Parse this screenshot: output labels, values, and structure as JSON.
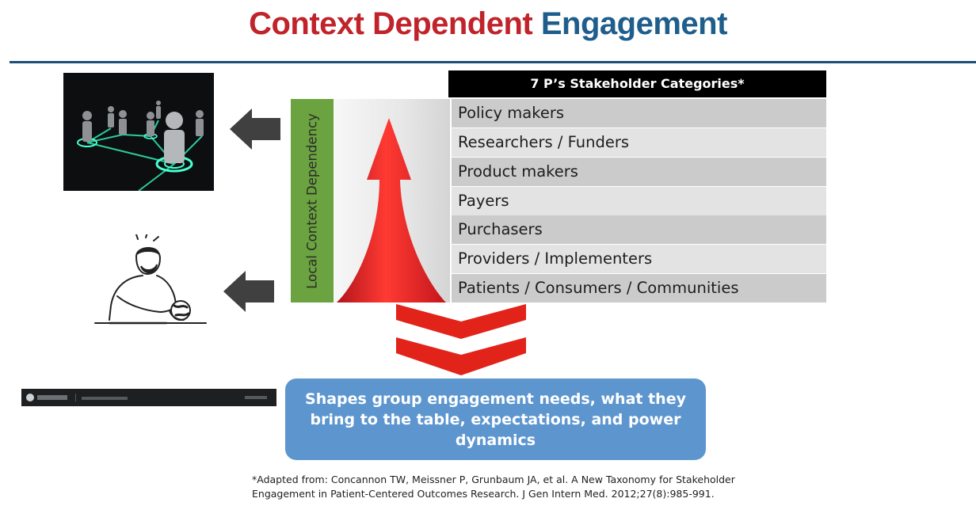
{
  "title": {
    "part1": "Context Dependent",
    "part2": "Engagement",
    "colors": {
      "part1": "#c0232a",
      "part2": "#1f5e8c"
    }
  },
  "images": {
    "network": "people-network-photo",
    "thinker": "person-thinking-with-globe-drawing",
    "website": "website-header-screenshot"
  },
  "side_label": "Local Context Dependency",
  "table": {
    "header": "7 P’s Stakeholder Categories*",
    "rows": [
      "Policy makers",
      "Researchers / Funders",
      "Product makers",
      "Payers",
      "Purchasers",
      "Providers / Implementers",
      "Patients / Consumers / Communities"
    ]
  },
  "callout": "Shapes group engagement needs, what they bring to the table, expectations, and power dynamics",
  "citation": {
    "line1": "*Adapted from: Concannon TW, Meissner P, Grunbaum JA, et al. A New Taxonomy for Stakeholder",
    "line2": "Engagement in Patient-Centered Outcomes Research. J Gen Intern Med. 2012;27(8):985-991."
  },
  "colors": {
    "green_bar": "#6aa33f",
    "arrow_red": "#e2231a",
    "callout": "#5d96cf",
    "table_header": "#000000"
  }
}
